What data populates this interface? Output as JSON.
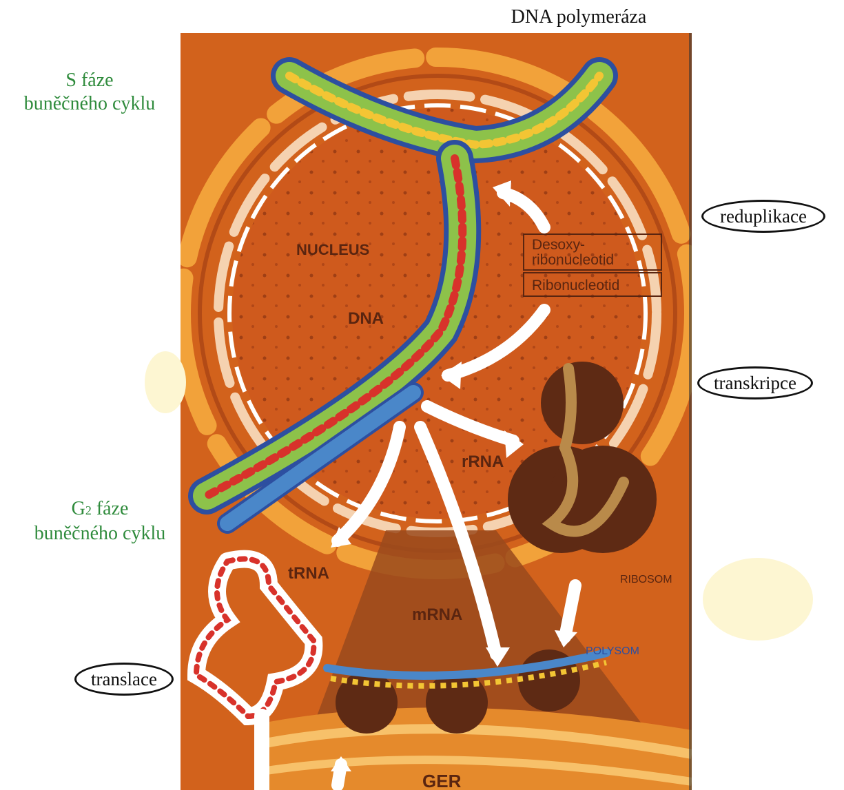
{
  "labels": {
    "dna_polymerase": "DNA polymeráza",
    "s_phase_line1": "S fáze",
    "s_phase_line2": "buněčného cyklu",
    "g2_phase_line1_main": "G",
    "g2_phase_line1_sub": "2",
    "g2_phase_line1_rest": " fáze",
    "g2_phase_line2": "buněčného cyklu"
  },
  "bubbles": {
    "replication": "reduplikace",
    "transcription": "transkripce",
    "translation": "translace"
  },
  "diagram": {
    "nucleus": "NUCLEUS",
    "dna": "DNA",
    "deoxyribonucleotide_line1": "Desoxy-",
    "deoxyribonucleotide_line2": "ribonucleotid",
    "ribonucleotide": "Ribonucleotid",
    "rrna": "rRNA",
    "trna": "tRNA",
    "mrna": "mRNA",
    "ribosome": "RIBOSOM",
    "polysome": "POLYSOM",
    "ger": "GER"
  },
  "colors": {
    "cytoplasm": "#d9661e",
    "nucleus": "#c8531b",
    "envelope": "#f2a23a",
    "dark_brown": "#5e2a14",
    "dna_green": "#8dc24a",
    "dna_blue": "#4a87c9",
    "base_yellow": "#f3c534",
    "base_red": "#d8322b",
    "base_purple": "#6b3b93",
    "arrow_white": "#ffffff",
    "label_green": "#2f8b3c"
  }
}
